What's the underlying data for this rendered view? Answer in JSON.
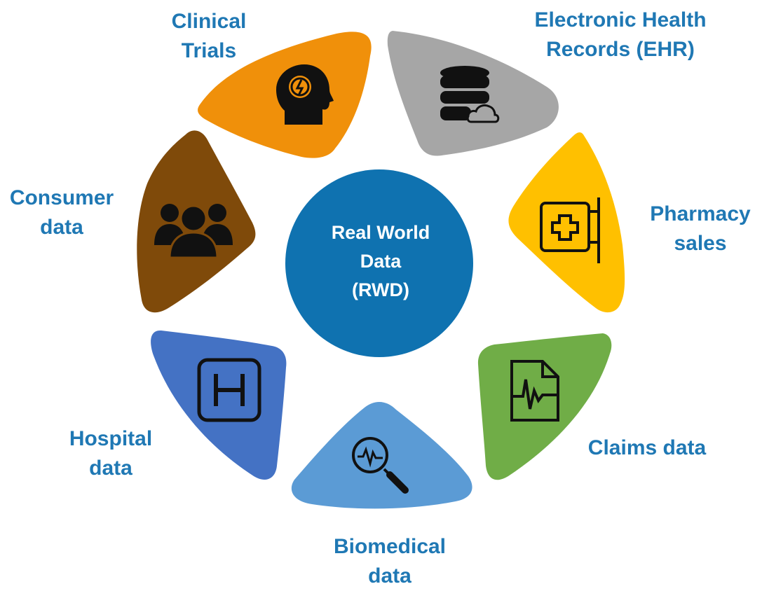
{
  "center": {
    "lines": [
      "Real World",
      "Data",
      "(RWD)"
    ]
  },
  "segments": [
    {
      "name": "clinical-trials",
      "lines": [
        "Clinical",
        "Trials"
      ],
      "color": "#f0900a",
      "icon": "head-lightbulb-icon"
    },
    {
      "name": "electronic-health-records",
      "lines": [
        "Electronic Health",
        "Records (EHR)"
      ],
      "color": "#a6a6a6",
      "icon": "database-cloud-icon"
    },
    {
      "name": "pharmacy-sales",
      "lines": [
        "Pharmacy",
        "sales"
      ],
      "color": "#ffc000",
      "icon": "pharmacy-sign-icon"
    },
    {
      "name": "claims-data",
      "lines": [
        "Claims data"
      ],
      "color": "#70ad47",
      "icon": "medical-document-icon"
    },
    {
      "name": "biomedical-data",
      "lines": [
        "Biomedical",
        "data"
      ],
      "color": "#5b9bd5",
      "icon": "magnifier-pulse-icon"
    },
    {
      "name": "hospital-data",
      "lines": [
        "Hospital",
        "data"
      ],
      "color": "#4472c4",
      "icon": "hospital-h-icon"
    },
    {
      "name": "consumer-data",
      "lines": [
        "Consumer",
        "data"
      ],
      "color": "#7f4a0a",
      "icon": "people-group-icon"
    }
  ],
  "colors": {
    "center": "#0f72b0",
    "label": "#1f78b4",
    "icon": "#111111"
  }
}
